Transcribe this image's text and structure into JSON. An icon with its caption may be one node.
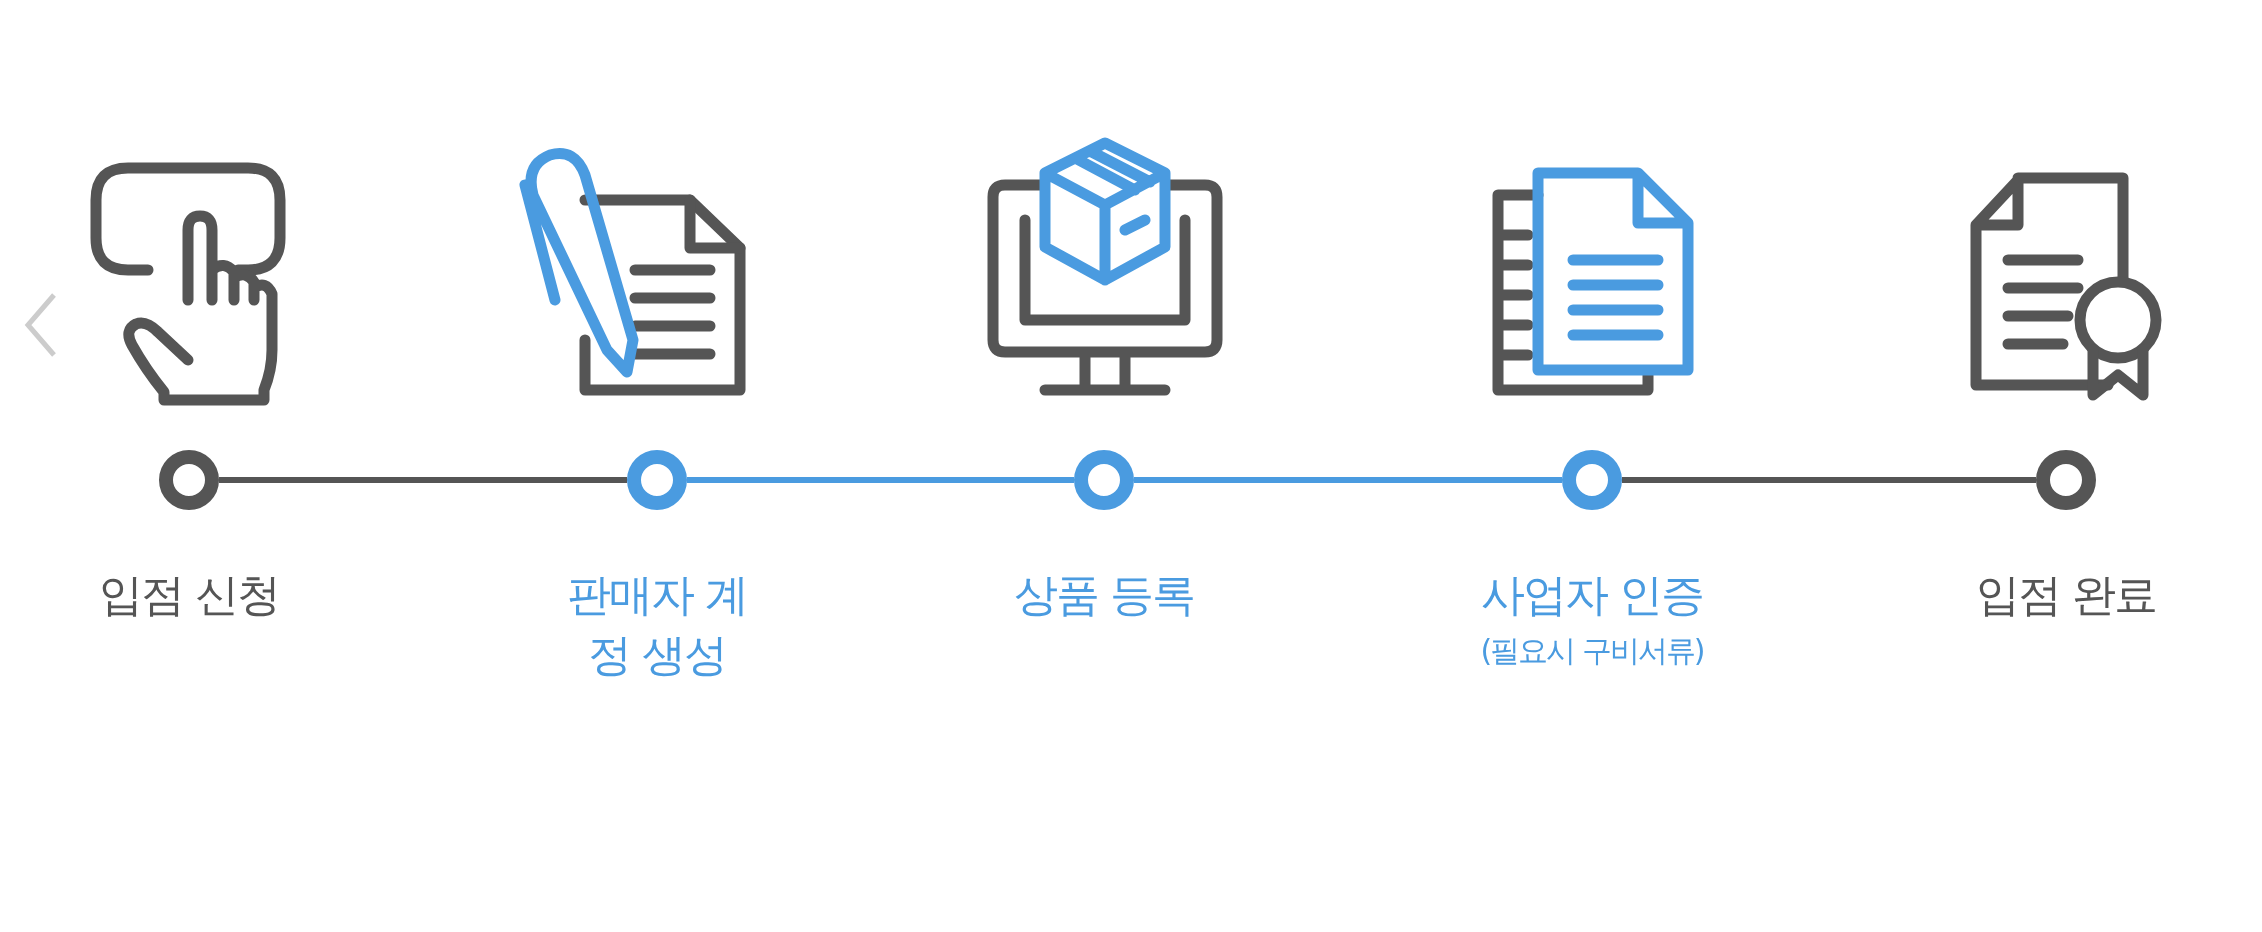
{
  "diagram": {
    "nodes": [
      {
        "text": [],
        "shape": "circle",
        "beside": [
          "입점 신청"
        ]
      },
      {
        "text": [],
        "shape": "circle",
        "beside": [
          "판매자 계정 생성"
        ]
      },
      {
        "text": [],
        "shape": "circle",
        "beside": [
          "상품 등록"
        ]
      },
      {
        "text": [],
        "shape": "circle",
        "beside": [
          "사업자 인증",
          "(필요시 구비서류)"
        ]
      },
      {
        "text": [],
        "shape": "circle",
        "beside": [
          "입점 완료"
        ]
      }
    ],
    "edges": [
      {
        "from": 0,
        "to": 1,
        "arrow": "none",
        "color": "#555555"
      },
      {
        "from": 1,
        "to": 2,
        "arrow": "none",
        "color": "#4a9be0"
      },
      {
        "from": 2,
        "to": 3,
        "arrow": "none",
        "color": "#4a9be0"
      },
      {
        "from": 3,
        "to": 4,
        "arrow": "none",
        "color": "#555555"
      }
    ]
  }
}
